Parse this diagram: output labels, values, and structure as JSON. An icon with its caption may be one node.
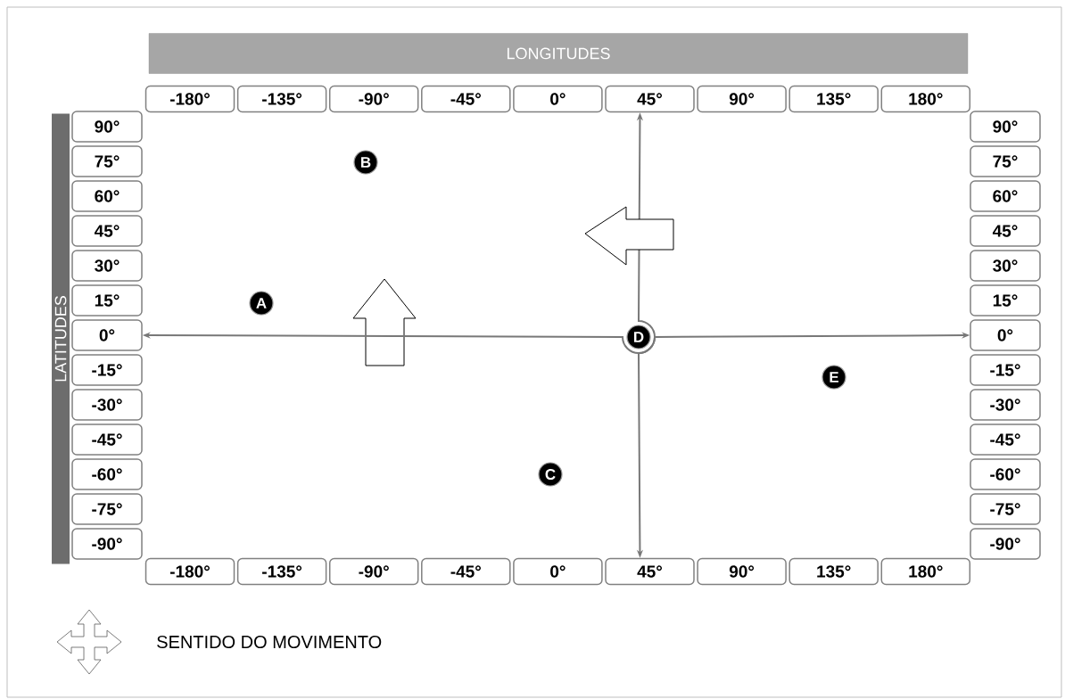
{
  "diagram": {
    "nodes": [
      {
        "text": [
          "LONGITUDES"
        ]
      },
      {
        "text": [
          "LATITUDES"
        ]
      },
      {
        "text": [
          "-180°"
        ]
      },
      {
        "text": [
          "-135°"
        ]
      },
      {
        "text": [
          "-90°"
        ]
      },
      {
        "text": [
          "-45°"
        ]
      },
      {
        "text": [
          "0°"
        ]
      },
      {
        "text": [
          "45°"
        ]
      },
      {
        "text": [
          "90°"
        ]
      },
      {
        "text": [
          "135°"
        ]
      },
      {
        "text": [
          "180°"
        ]
      },
      {
        "text": [
          "90°"
        ]
      },
      {
        "text": [
          "75°"
        ]
      },
      {
        "text": [
          "60°"
        ]
      },
      {
        "text": [
          "45°"
        ]
      },
      {
        "text": [
          "30°"
        ]
      },
      {
        "text": [
          "15°"
        ]
      },
      {
        "text": [
          "0°"
        ]
      },
      {
        "text": [
          "-15°"
        ]
      },
      {
        "text": [
          "-30°"
        ]
      },
      {
        "text": [
          "-45°"
        ]
      },
      {
        "text": [
          "-60°"
        ]
      },
      {
        "text": [
          "-75°"
        ]
      },
      {
        "text": [
          "-90°"
        ]
      },
      {
        "text": [
          "90°"
        ]
      },
      {
        "text": [
          "75°"
        ]
      },
      {
        "text": [
          "60°"
        ]
      },
      {
        "text": [
          "45°"
        ]
      },
      {
        "text": [
          "30°"
        ]
      },
      {
        "text": [
          "15°"
        ]
      },
      {
        "text": [
          "0°"
        ]
      },
      {
        "text": [
          "-15°"
        ]
      },
      {
        "text": [
          "-30°"
        ]
      },
      {
        "text": [
          "-45°"
        ]
      },
      {
        "text": [
          "-60°"
        ]
      },
      {
        "text": [
          "-75°"
        ]
      },
      {
        "text": [
          "-90°"
        ]
      },
      {
        "text": [
          "-180°"
        ]
      },
      {
        "text": [
          "-135°"
        ]
      },
      {
        "text": [
          "-90°"
        ]
      },
      {
        "text": [
          "-45°"
        ]
      },
      {
        "text": [
          "0°"
        ]
      },
      {
        "text": [
          "45°"
        ]
      },
      {
        "text": [
          "90°"
        ]
      },
      {
        "text": [
          "135°"
        ]
      },
      {
        "text": [
          "180°"
        ]
      },
      {
        "text": [
          "B"
        ]
      },
      {
        "text": [
          "A"
        ]
      },
      {
        "text": [
          "D"
        ]
      },
      {
        "text": [
          "E"
        ]
      },
      {
        "text": [
          "C"
        ]
      }
    ],
    "edges": [
      {
        "from": 17,
        "to": 30,
        "arrow": "both"
      },
      {
        "from": 7,
        "to": 42,
        "arrow": "both"
      }
    ],
    "legend": [
      {
        "text": "SENTIDO DO MOVIMENTO"
      }
    ]
  }
}
